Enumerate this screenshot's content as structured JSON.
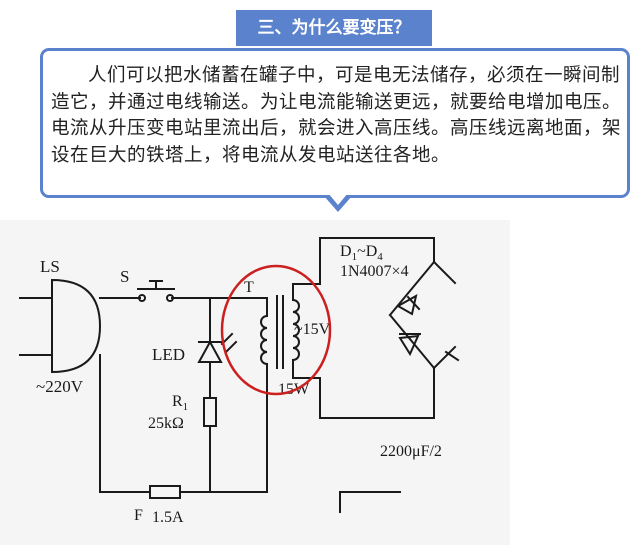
{
  "header": {
    "title": "三、为什么要变压？"
  },
  "callout": {
    "text": "人们可以把水储蓄在罐子中，可是电无法储存，必须在一瞬间制造它，并通过电线输送。为让电流能输送更远，就要给电增加电压。电流从升压变电站里流出后，就会进入高压线。高压线远离地面，架设在巨大的铁塔上，将电流从发电站送往各地。"
  },
  "diagram": {
    "plug_label": "LS",
    "voltage_label": "~220V",
    "switch_label": "S",
    "led_label": "LED",
    "resistor_ref": "R",
    "resistor_sub": "1",
    "resistor_value": "25kΩ",
    "fuse_label": "F",
    "fuse_value": "1.5A",
    "transformer_label": "T",
    "secondary_voltage": "~15V",
    "transformer_power": "15W",
    "diode_ref_a": "D",
    "diode_sub_a": "1",
    "diode_tilde": "~",
    "diode_ref_b": "D",
    "diode_sub_b": "4",
    "diode_part": "1N4007×4",
    "capacitor_label": "2200μF/2",
    "highlight_color": "#cc1f1f",
    "accent_color": "#5b82cc"
  }
}
